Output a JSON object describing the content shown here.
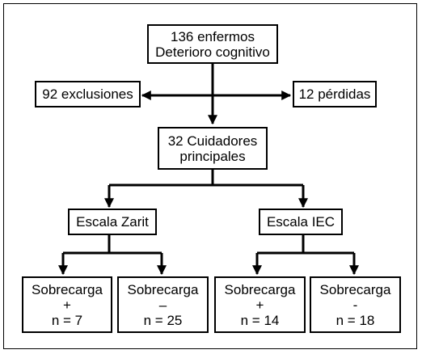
{
  "diagram": {
    "top_box": {
      "line1": "136 enfermos",
      "line2": "Deterioro cognitivo"
    },
    "exclusions": "92 exclusiones",
    "losses": "12 pérdidas",
    "caregivers": {
      "line1": "32 Cuidadores",
      "line2": "principales"
    },
    "zarit": "Escala Zarit",
    "iec": "Escala IEC",
    "leaves": [
      {
        "line1": "Sobrecarga",
        "line2": "+",
        "line3": "n = 7"
      },
      {
        "line1": "Sobrecarga",
        "line2": "–",
        "line3": "n = 25"
      },
      {
        "line1": "Sobrecarga",
        "line2": "+",
        "line3": "n = 14"
      },
      {
        "line1": "Sobrecarga",
        "line2": "-",
        "line3": "n = 18"
      }
    ]
  }
}
